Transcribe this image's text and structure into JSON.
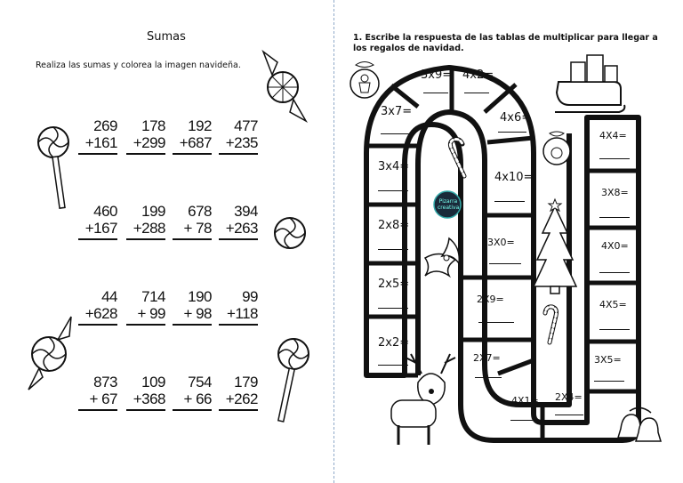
{
  "left": {
    "title": "Sumas",
    "instruction": "Realiza las sumas y colorea la imagen navideña.",
    "problems": [
      [
        "269",
        "+161"
      ],
      [
        "178",
        "+299"
      ],
      [
        "192",
        "+687"
      ],
      [
        "477",
        "+235"
      ],
      [
        "460",
        "+167"
      ],
      [
        "199",
        "+288"
      ],
      [
        "678",
        "+ 78"
      ],
      [
        "394",
        "+263"
      ],
      [
        "44",
        "+628"
      ],
      [
        "714",
        "+ 99"
      ],
      [
        "190",
        "+ 98"
      ],
      [
        "99",
        "+118"
      ],
      [
        "873",
        "+ 67"
      ],
      [
        "109",
        "+368"
      ],
      [
        "754",
        "+ 66"
      ],
      [
        "179",
        "+262"
      ]
    ]
  },
  "right": {
    "title": "1. Escribe la respuesta de las tablas de multiplicar para llegar a los regalos de navidad.",
    "logo": "Pizarra creativa",
    "cells": [
      "3x9=",
      "4x2=",
      "3x7=",
      "4x6=",
      "3x4=",
      "4x10=",
      "2x8=",
      "3X0=",
      "2x5=",
      "2X9=",
      "2x2=",
      "2X7=",
      "4X1=",
      "2X4=",
      "4X4=",
      "3X8=",
      "4X0=",
      "4X5=",
      "3X5="
    ]
  }
}
